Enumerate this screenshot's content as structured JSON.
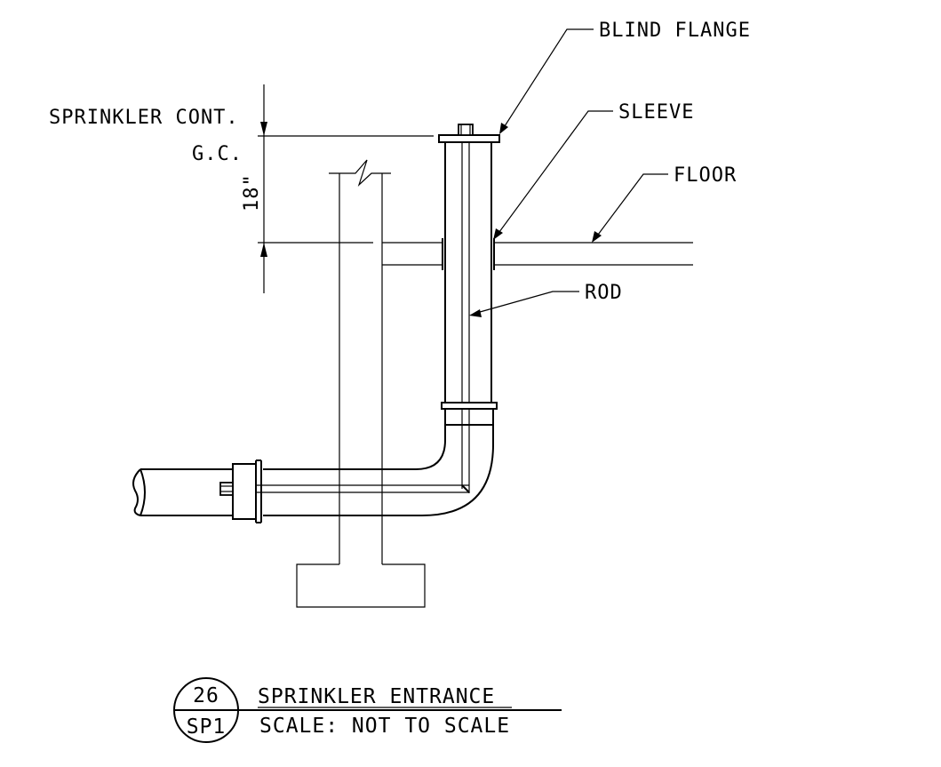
{
  "labels": {
    "blind_flange": "BLIND FLANGE",
    "sleeve": "SLEEVE",
    "floor": "FLOOR",
    "rod": "ROD",
    "sprinkler_cont": "SPRINKLER CONT.",
    "gc": "G.C.",
    "dimension": "18\""
  },
  "title_block": {
    "detail_number": "26",
    "sheet_number": "SP1",
    "title": "SPRINKLER ENTRANCE",
    "scale": "SCALE: NOT TO SCALE"
  }
}
